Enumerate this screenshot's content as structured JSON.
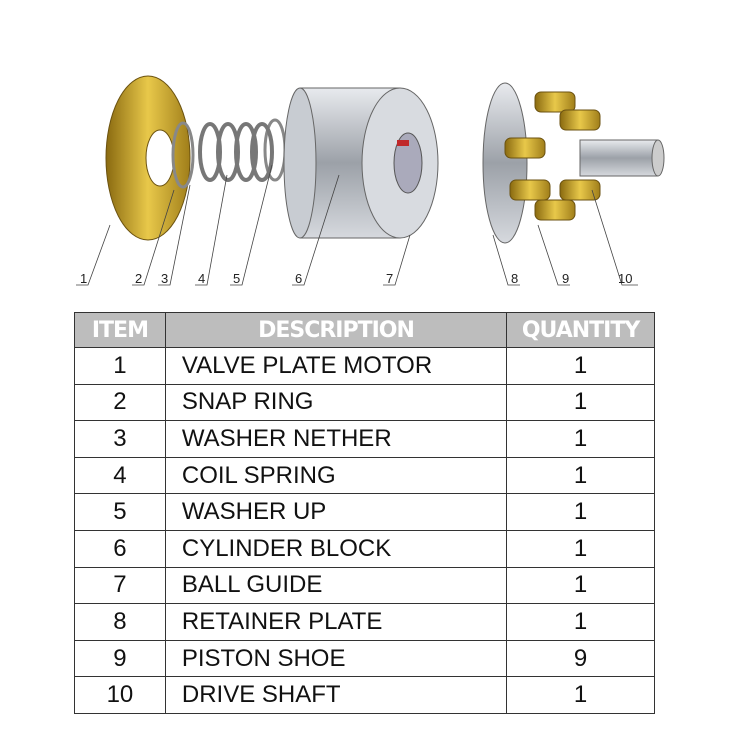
{
  "callouts": [
    "1",
    "2",
    "3",
    "4",
    "5",
    "6",
    "7",
    "8",
    "9",
    "10"
  ],
  "table": {
    "headers": {
      "item": "ITEM",
      "description": "DESCRIPTION",
      "quantity": "QUANTITY"
    },
    "rows": [
      {
        "item": "1",
        "description": "VALVE PLATE MOTOR",
        "quantity": "1"
      },
      {
        "item": "2",
        "description": "SNAP RING",
        "quantity": "1"
      },
      {
        "item": "3",
        "description": "WASHER NETHER",
        "quantity": "1"
      },
      {
        "item": "4",
        "description": "COIL SPRING",
        "quantity": "1"
      },
      {
        "item": "5",
        "description": "WASHER UP",
        "quantity": "1"
      },
      {
        "item": "6",
        "description": "CYLINDER BLOCK",
        "quantity": "1"
      },
      {
        "item": "7",
        "description": "BALL GUIDE",
        "quantity": "1"
      },
      {
        "item": "8",
        "description": "RETAINER PLATE",
        "quantity": "1"
      },
      {
        "item": "9",
        "description": "PISTON SHOE",
        "quantity": "9"
      },
      {
        "item": "10",
        "description": "DRIVE SHAFT",
        "quantity": "1"
      }
    ]
  },
  "colors": {
    "header_bg": "#bdbdbd",
    "brass": "#c9a227",
    "steel": "#b8bcc2"
  }
}
